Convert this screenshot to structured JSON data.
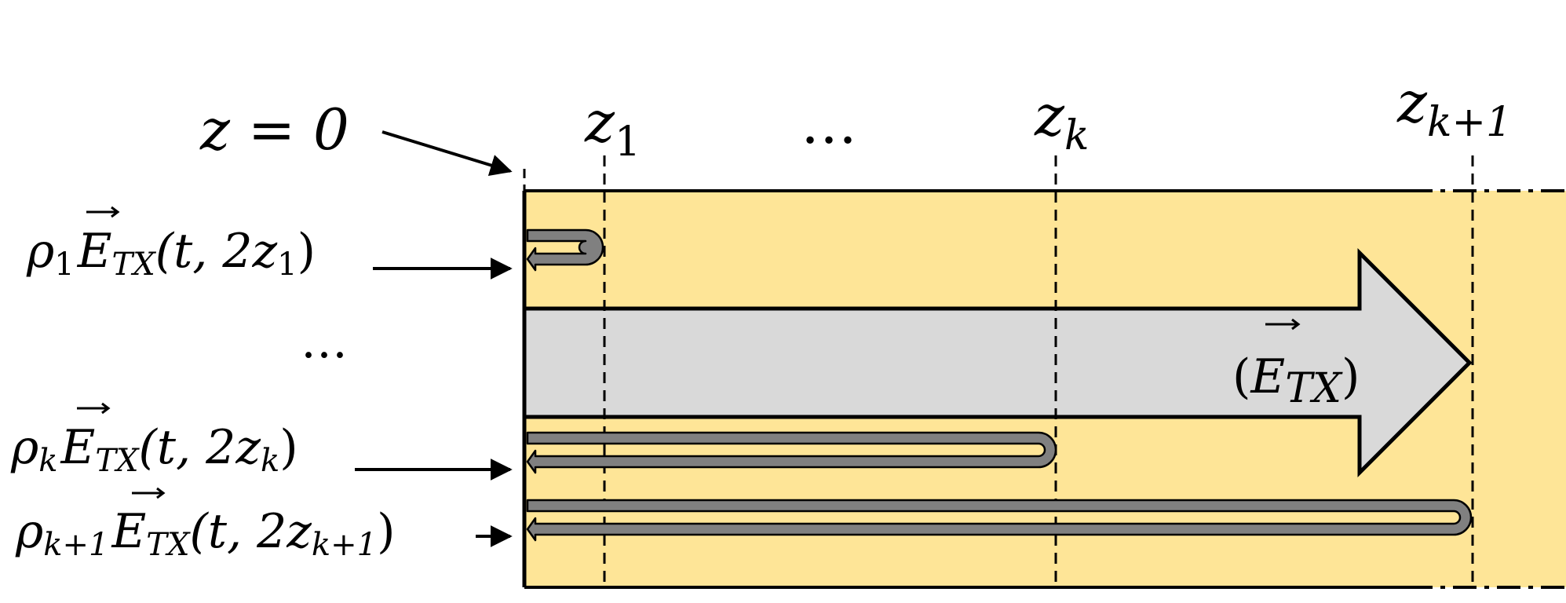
{
  "diagram": {
    "top_labels": {
      "z0": "z = 0",
      "z1_base": "z",
      "z1_sub": "1",
      "mid_dots": "…",
      "zk_base": "z",
      "zk_sub": "k",
      "zk1_base": "z",
      "zk1_sub": "k+1"
    },
    "left_labels": {
      "r1": {
        "rho": "ρ",
        "rho_sub": "1",
        "E": "E",
        "E_sub": "TX",
        "args": "(t, 2z",
        "arg_sub": "1",
        "close": ")"
      },
      "dots": "…",
      "rk": {
        "rho": "ρ",
        "rho_sub": "k",
        "E": "E",
        "E_sub": "TX",
        "args": "(t, 2z",
        "arg_sub": "k",
        "close": ")"
      },
      "rk1": {
        "rho": "ρ",
        "rho_sub": "k+1",
        "E": "E",
        "E_sub": "TX",
        "args": "(t, 2z",
        "arg_sub": "k+1",
        "close": ")"
      }
    },
    "incident_arrow_label": {
      "open": "(",
      "E": "E",
      "E_sub": "TX",
      "close": ")"
    },
    "colors": {
      "medium": "#fee597",
      "incident_arrow": "#d9d9d9",
      "reflection": "#808080",
      "stroke": "#000000"
    }
  }
}
